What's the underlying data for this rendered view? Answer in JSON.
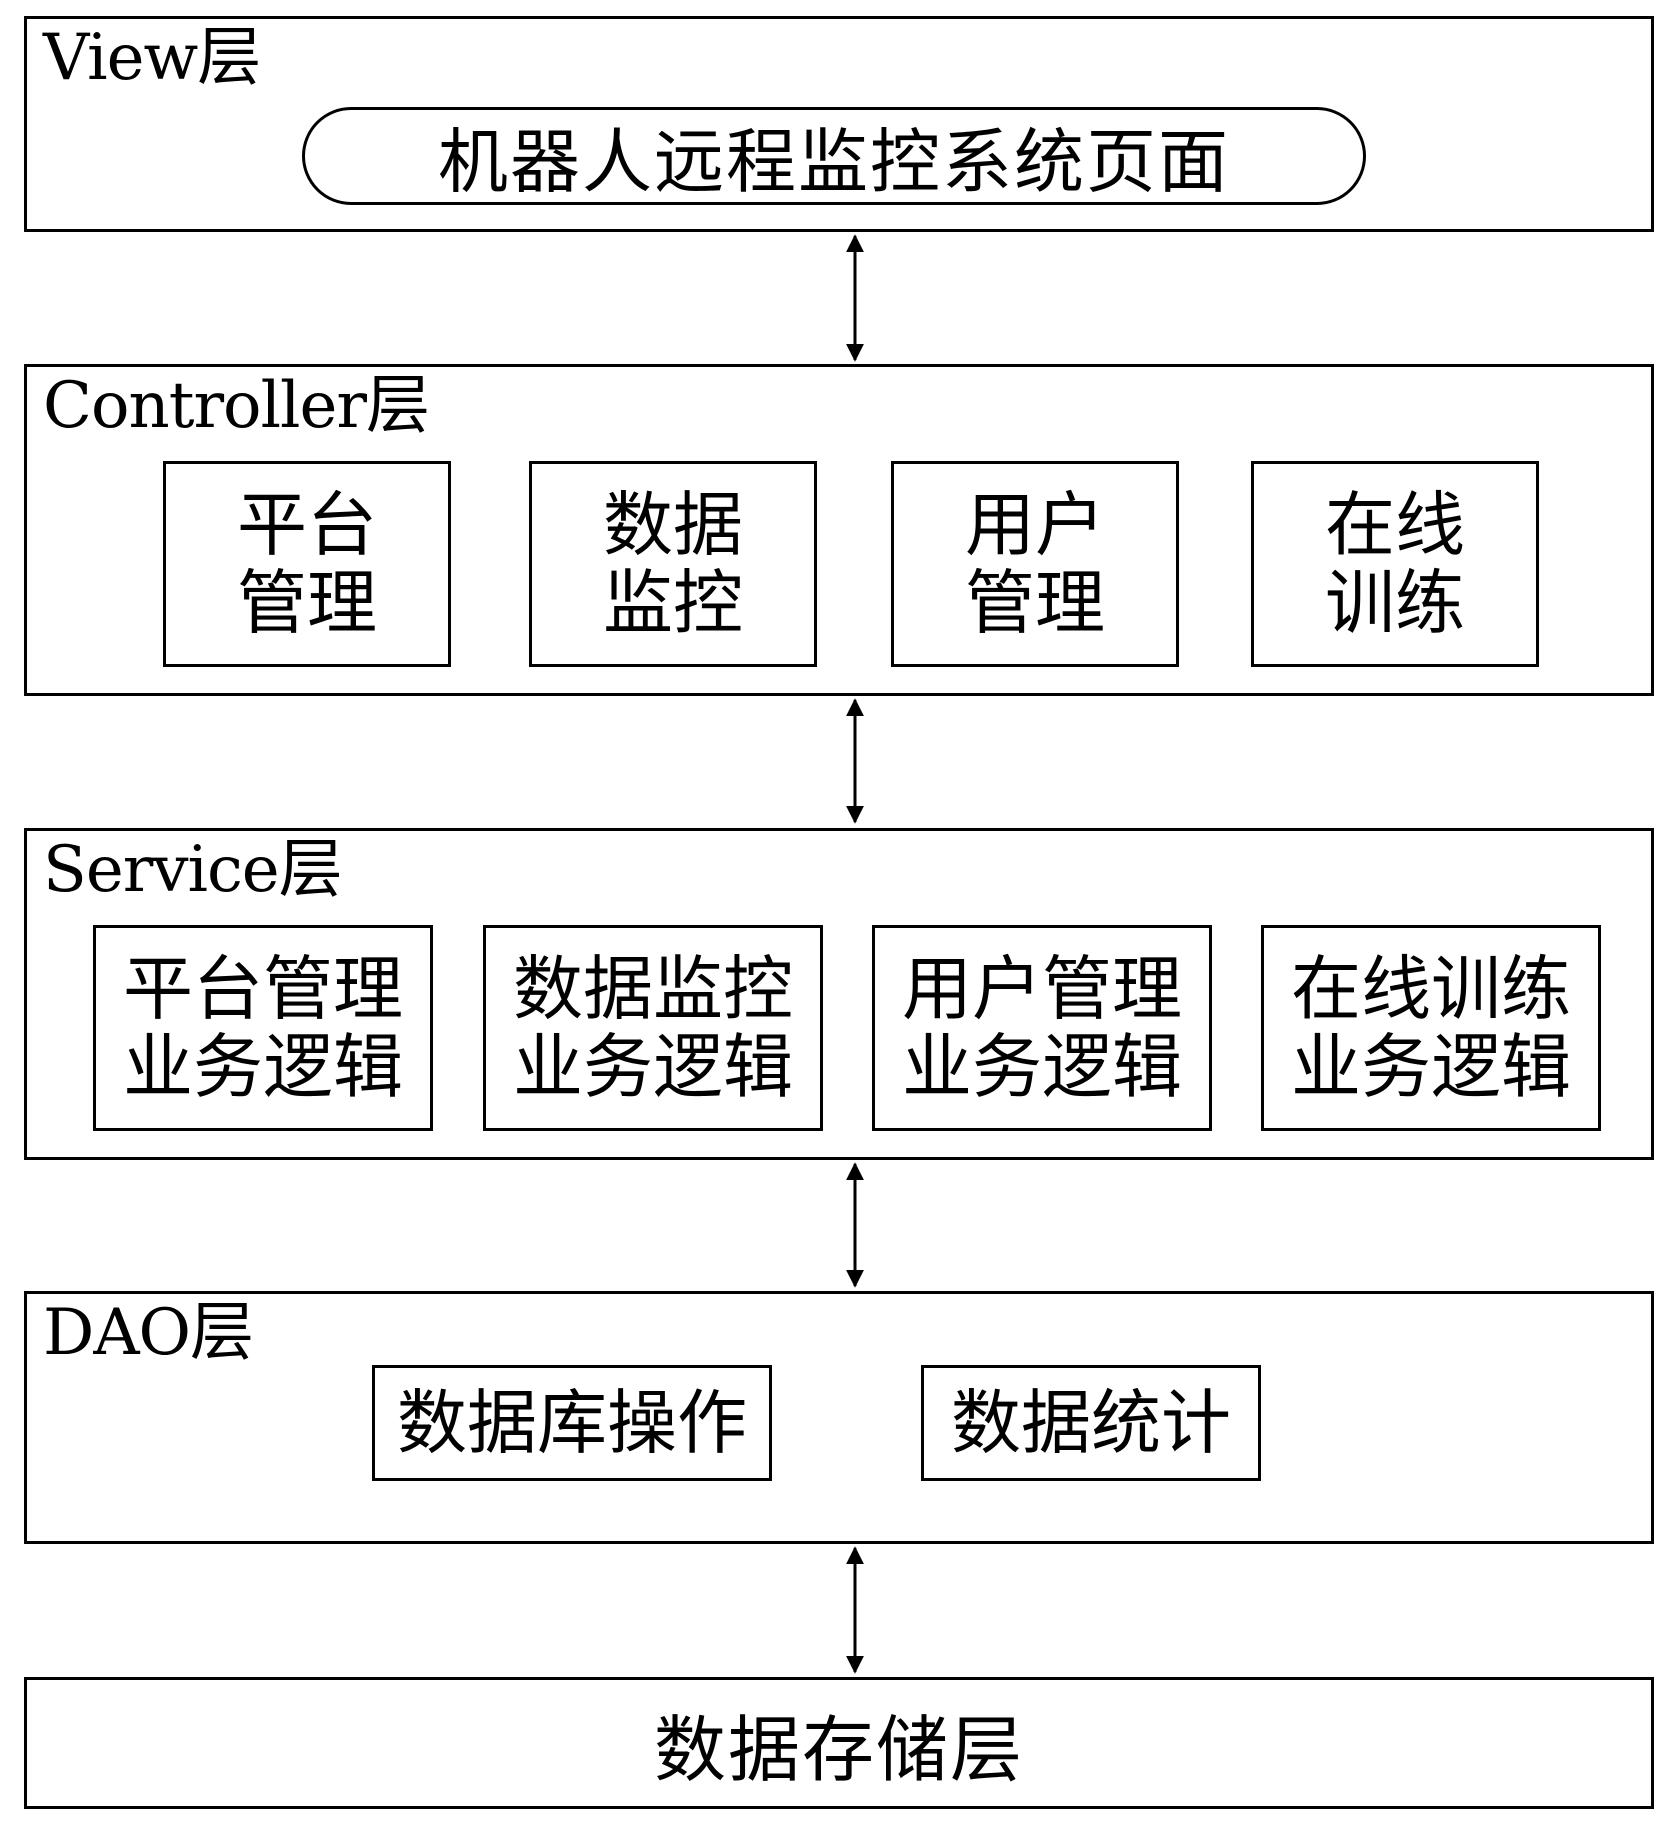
{
  "view_layer": {
    "title": "View层",
    "page_label": "机器人远程监控系统页面"
  },
  "controller_layer": {
    "title": "Controller层",
    "modules": [
      "平台\n管理",
      "数据\n监控",
      "用户\n管理",
      "在线\n训练"
    ]
  },
  "service_layer": {
    "title": "Service层",
    "modules": [
      "平台管理\n业务逻辑",
      "数据监控\n业务逻辑",
      "用户管理\n业务逻辑",
      "在线训练\n业务逻辑"
    ]
  },
  "dao_layer": {
    "title": "DAO层",
    "modules": [
      "数据库操作",
      "数据统计"
    ]
  },
  "storage_layer": {
    "title": "数据存储层"
  }
}
